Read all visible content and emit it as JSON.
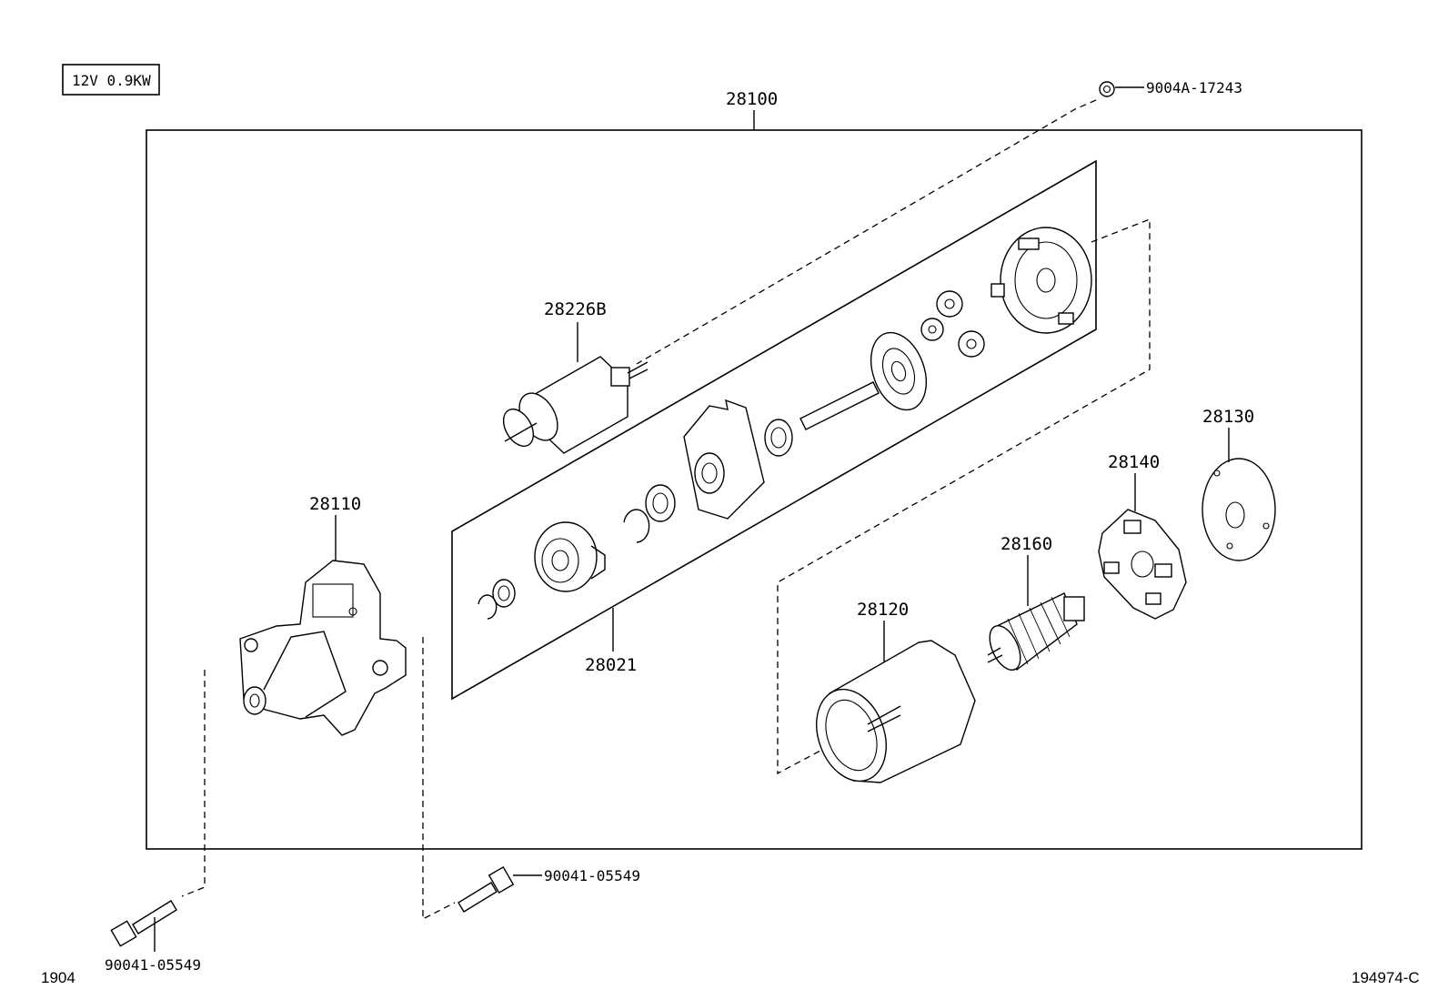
{
  "spec_label": "12V 0.9KW",
  "assembly_number": "28100",
  "parts": {
    "nut_top": "9004A-17243",
    "solenoid": "28226B",
    "drive_kit": "28021",
    "housing": "28110",
    "end_frame": "28130",
    "brush_holder": "28140",
    "armature": "28160",
    "yoke": "28120",
    "bolt_right": "90041-05549",
    "bolt_left": "90041-05549"
  },
  "footer": {
    "left_code": "1904",
    "right_code": "194974-C"
  }
}
